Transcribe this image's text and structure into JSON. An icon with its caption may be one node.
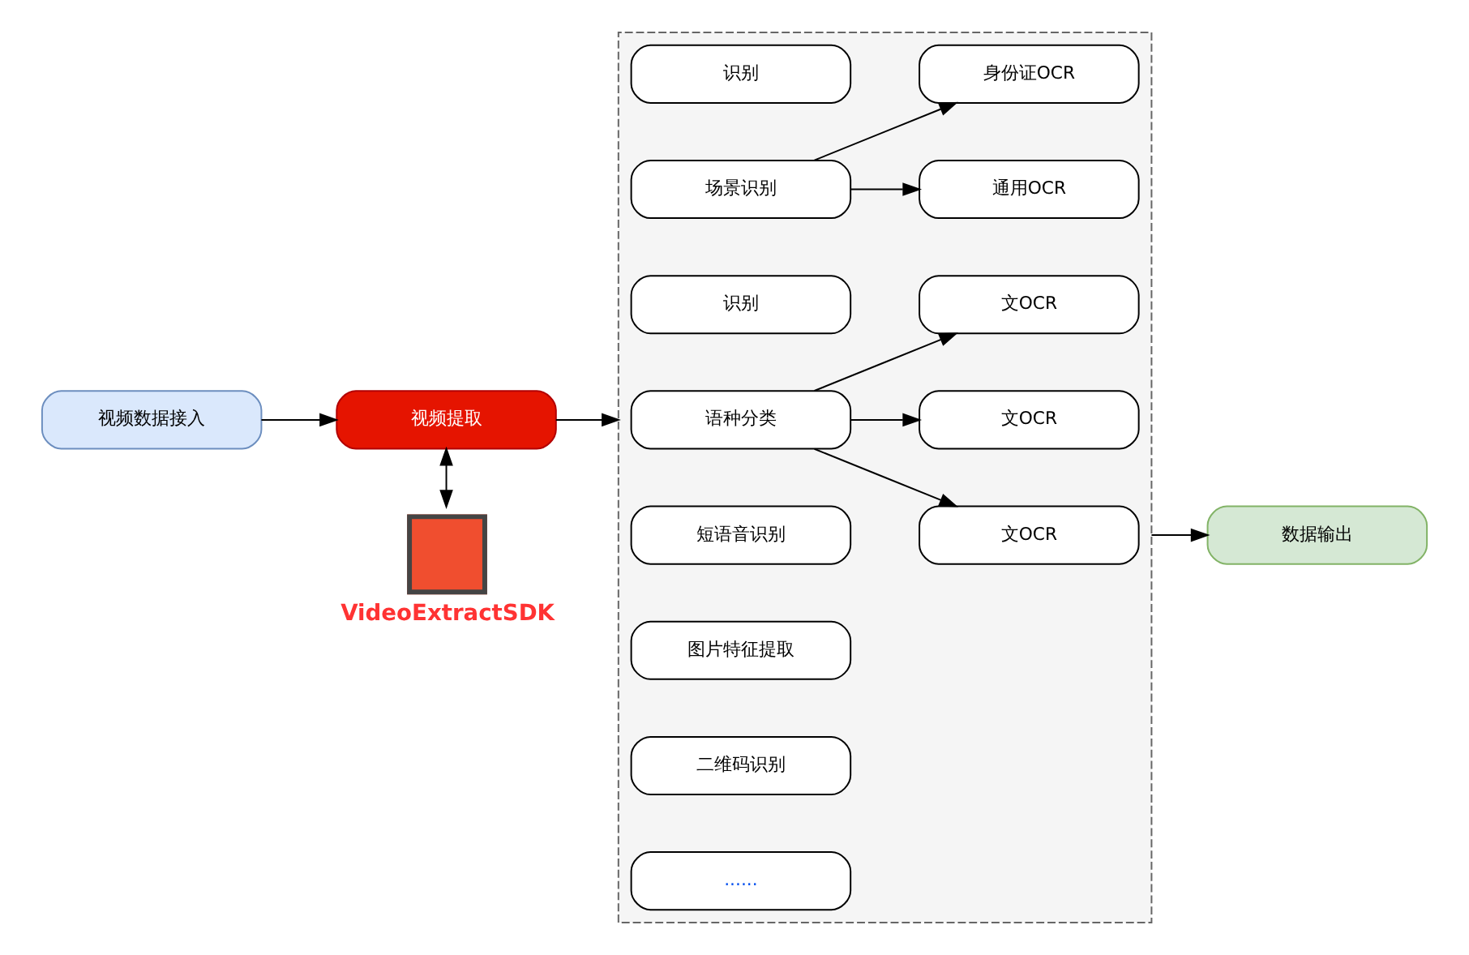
{
  "diagram": {
    "nodes": [
      {
        "text": [
          "视频数据接入"
        ]
      },
      {
        "text": [
          "视频提取"
        ]
      },
      {
        "text": [],
        "shape": "box",
        "beside": [
          "VideoExtractSDK"
        ]
      },
      {
        "text": [],
        "shape": "box"
      },
      {
        "text": [
          "识别"
        ],
        "in": 3
      },
      {
        "text": [
          "场景识别"
        ],
        "in": 3
      },
      {
        "text": [
          "通用OCR"
        ],
        "in": 3
      },
      {
        "text": [
          "身份证OCR"
        ],
        "in": 3
      },
      {
        "text": [
          "识别"
        ],
        "in": 3
      },
      {
        "text": [
          "文OCR"
        ],
        "in": 3
      },
      {
        "text": [
          "语种分类"
        ],
        "in": 3
      },
      {
        "text": [
          "文OCR"
        ],
        "in": 3
      },
      {
        "text": [
          "文OCR"
        ],
        "in": 3
      },
      {
        "text": [
          "短语音识别"
        ],
        "in": 3
      },
      {
        "text": [
          "图片特征提取"
        ],
        "in": 3
      },
      {
        "text": [
          "二维码识别"
        ],
        "in": 3
      },
      {
        "text": [
          "......"
        ],
        "in": 3
      },
      {
        "text": [
          "数据输出"
        ]
      }
    ],
    "edges": [
      {
        "from": 0,
        "to": 1,
        "arrow": "to"
      },
      {
        "from": 1,
        "to": 2,
        "arrow": "both"
      },
      {
        "from": 1,
        "to": 3,
        "arrow": "to"
      },
      {
        "from": 5,
        "to": 6,
        "arrow": "to"
      },
      {
        "from": 5,
        "to": 7,
        "arrow": "to"
      },
      {
        "from": 10,
        "to": 9,
        "arrow": "to"
      },
      {
        "from": 10,
        "to": 11,
        "arrow": "to"
      },
      {
        "from": 10,
        "to": 12,
        "arrow": "to"
      },
      {
        "from": 3,
        "to": 17,
        "arrow": "to"
      }
    ]
  }
}
